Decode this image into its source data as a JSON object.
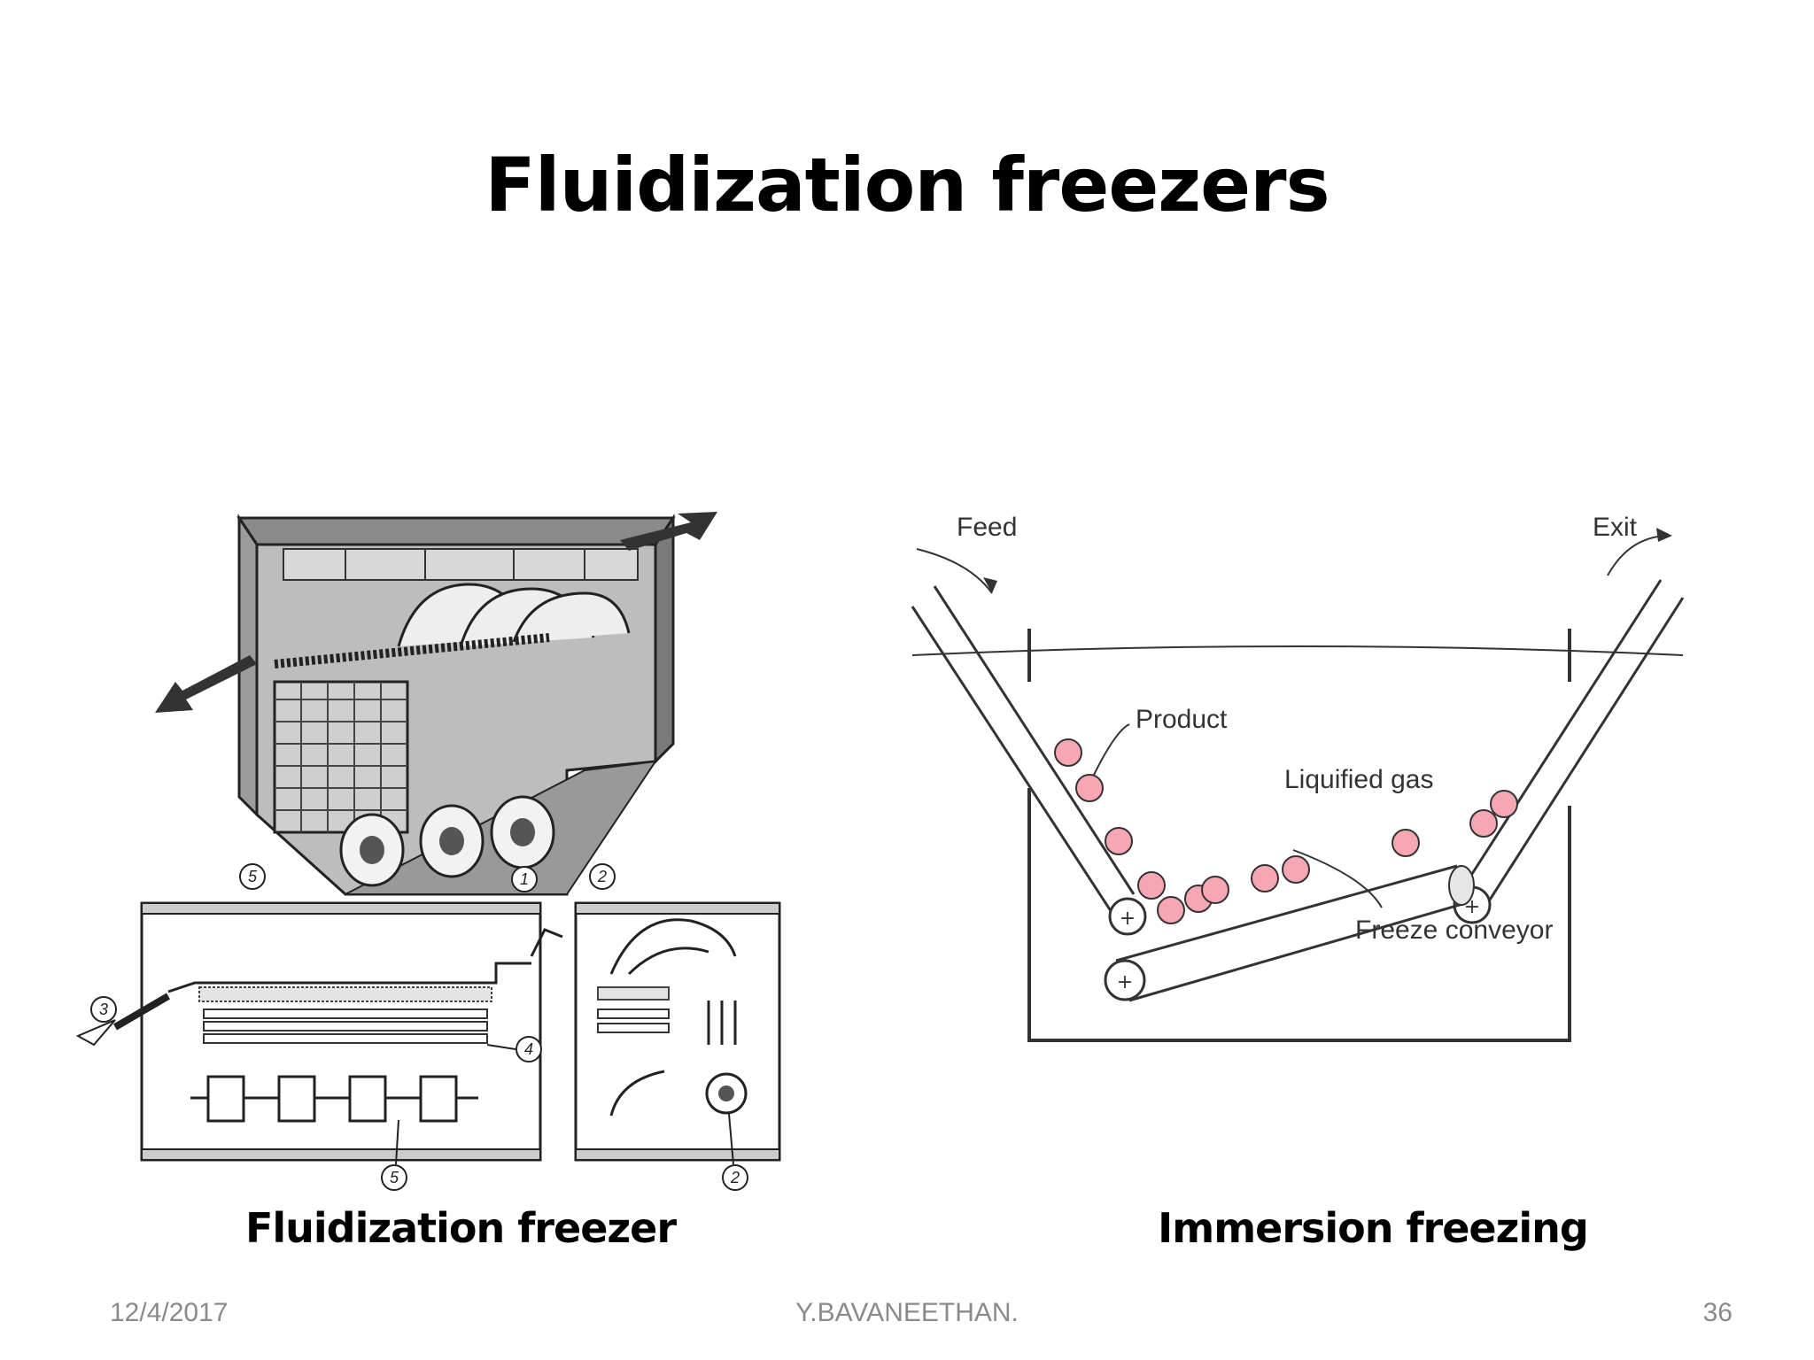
{
  "slide": {
    "title": "Fluidization freezers",
    "captions": {
      "left": "Fluidization freezer",
      "right": "Immersion freezing"
    },
    "footer": {
      "date": "12/4/2017",
      "author": "Y.BAVANEETHAN.",
      "page": "36"
    }
  },
  "immersion_diagram": {
    "labels": {
      "feed": "Feed",
      "exit": "Exit",
      "product": "Product",
      "liquified_gas": "Liquified gas",
      "freeze_conveyor": "Freeze conveyor"
    },
    "colors": {
      "product": "#f7a6b4",
      "line": "#333333"
    }
  },
  "fluidization_diagram": {
    "callouts": [
      "1",
      "2",
      "3",
      "4",
      "5",
      "2",
      "5"
    ],
    "colors": {
      "shade": "#b5b5b5",
      "dark": "#555555"
    }
  }
}
